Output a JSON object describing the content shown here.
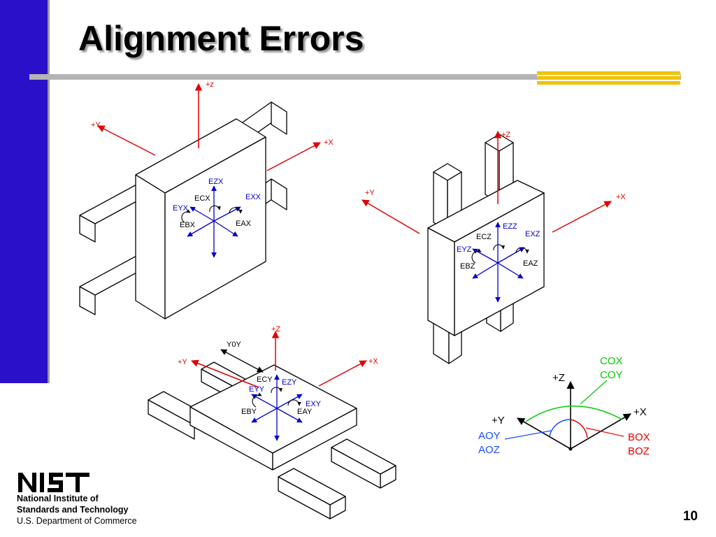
{
  "slide": {
    "title": "Alignment Errors",
    "page_number": "10",
    "colors": {
      "sidebar": "#2a10c8",
      "rule": "#b4b4b4",
      "accent": "#f2c200"
    }
  },
  "fig1": {
    "axes": {
      "z": "+z",
      "y": "+Y",
      "x": "+X"
    },
    "labels": {
      "ezx": "EZX",
      "ecx": "ECX",
      "exx": "EXX",
      "eyx": "EYX",
      "ebx": "EBX",
      "eax": "EAX"
    }
  },
  "fig2": {
    "axes": {
      "z": "+Z",
      "y": "+Y",
      "x": "+X"
    },
    "labels": {
      "ezz": "EZZ",
      "ecz": "ECZ",
      "exz": "EXZ",
      "eyz": "EYZ",
      "ebz": "EBZ",
      "eaz": "EAZ"
    }
  },
  "fig3": {
    "axes": {
      "z": "+Z",
      "y": "+Y",
      "x": "+X"
    },
    "y0y": "Y0Y",
    "labels": {
      "ecy": "ECY",
      "ezy": "EZY",
      "eyy": "EYY",
      "exy": "EXY",
      "eby": "EBY",
      "eay": "EAY"
    }
  },
  "legend": {
    "z": "+Z",
    "y": "+Y",
    "x": "+X",
    "cox": "COX",
    "coy": "COY",
    "aoy": "AOY",
    "aoz": "AOZ",
    "box": "BOX",
    "boz": "BOZ"
  },
  "logo": {
    "mark": "NIST",
    "line1": "National Institute of",
    "line2": "Standards and Technology",
    "line3": "U.S. Department of Commerce"
  }
}
